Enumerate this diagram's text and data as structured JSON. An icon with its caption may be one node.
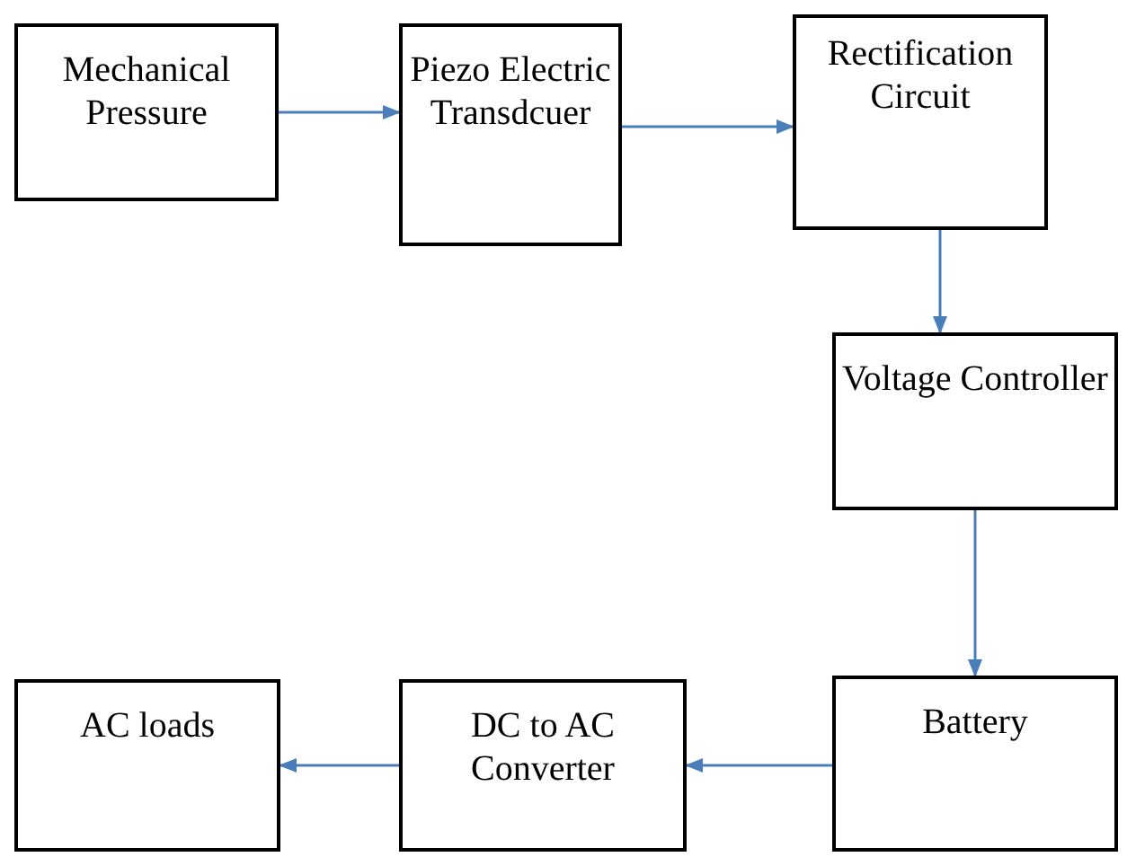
{
  "diagram": {
    "nodes": [
      {
        "text": [
          "Mechanical Pressure"
        ]
      },
      {
        "text": [
          "Piezo Electric Transdcuer"
        ]
      },
      {
        "text": [
          "Rectification Circuit"
        ]
      },
      {
        "text": [
          "Voltage Controller"
        ]
      },
      {
        "text": [
          "Battery"
        ]
      },
      {
        "text": [
          "DC to AC Converter"
        ]
      },
      {
        "text": [
          "AC loads"
        ]
      }
    ],
    "edges": [
      {
        "from": 0,
        "to": 1,
        "arrow": "to"
      },
      {
        "from": 1,
        "to": 2,
        "arrow": "to"
      },
      {
        "from": 2,
        "to": 3,
        "arrow": "to"
      },
      {
        "from": 3,
        "to": 4,
        "arrow": "to"
      },
      {
        "from": 4,
        "to": 5,
        "arrow": "to"
      },
      {
        "from": 5,
        "to": 6,
        "arrow": "to"
      }
    ]
  }
}
